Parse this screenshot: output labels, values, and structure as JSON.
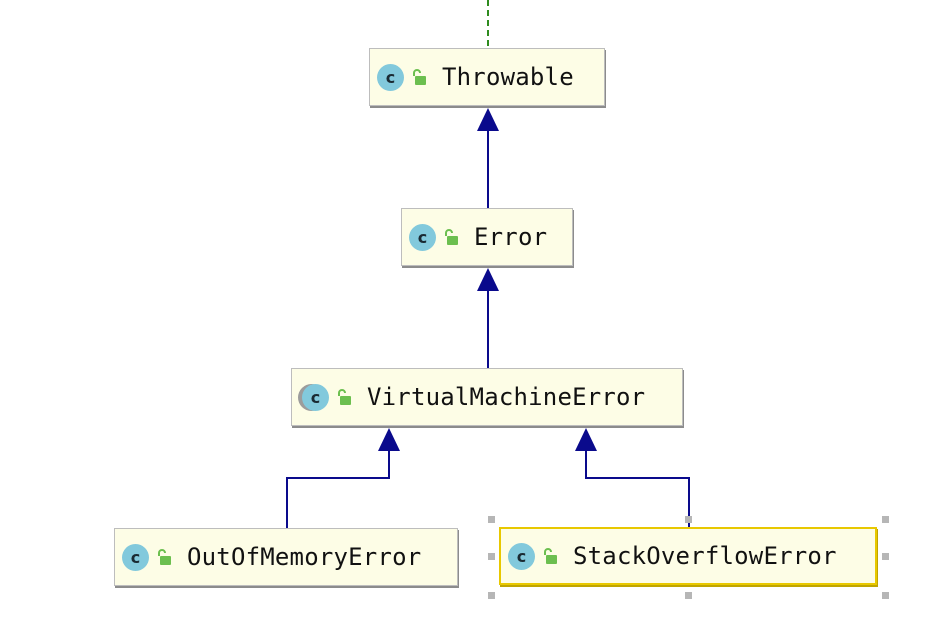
{
  "diagram": {
    "nodes": {
      "throwable": {
        "label": "Throwable",
        "icon": "class-icon",
        "visibility_icon": "public-lock-icon"
      },
      "error": {
        "label": "Error",
        "icon": "class-icon",
        "visibility_icon": "public-lock-icon"
      },
      "virtual_machine_error": {
        "label": "VirtualMachineError",
        "icon": "abstract-class-icon",
        "visibility_icon": "public-lock-icon"
      },
      "out_of_memory_error": {
        "label": "OutOfMemoryError",
        "icon": "class-icon",
        "visibility_icon": "public-lock-icon"
      },
      "stack_overflow_error": {
        "label": "StackOverflowError",
        "icon": "class-icon",
        "visibility_icon": "public-lock-icon",
        "selected": true
      }
    },
    "edges": [
      {
        "from": "error",
        "to": "throwable",
        "type": "extends"
      },
      {
        "from": "virtual_machine_error",
        "to": "error",
        "type": "extends"
      },
      {
        "from": "out_of_memory_error",
        "to": "virtual_machine_error",
        "type": "extends"
      },
      {
        "from": "stack_overflow_error",
        "to": "virtual_machine_error",
        "type": "extends"
      },
      {
        "from": "throwable",
        "to": "offscreen-parent",
        "type": "implements"
      }
    ],
    "icon_letter": "c",
    "colors": {
      "node_fill": "#fdfde6",
      "node_border": "#bdbdbd",
      "selection_border": "#e8c800",
      "extends_arrow": "#0a0a8c",
      "implements_arrow": "#2e8b1e",
      "class_icon": "#82c9dc",
      "lock_icon": "#6cbf4f"
    }
  }
}
